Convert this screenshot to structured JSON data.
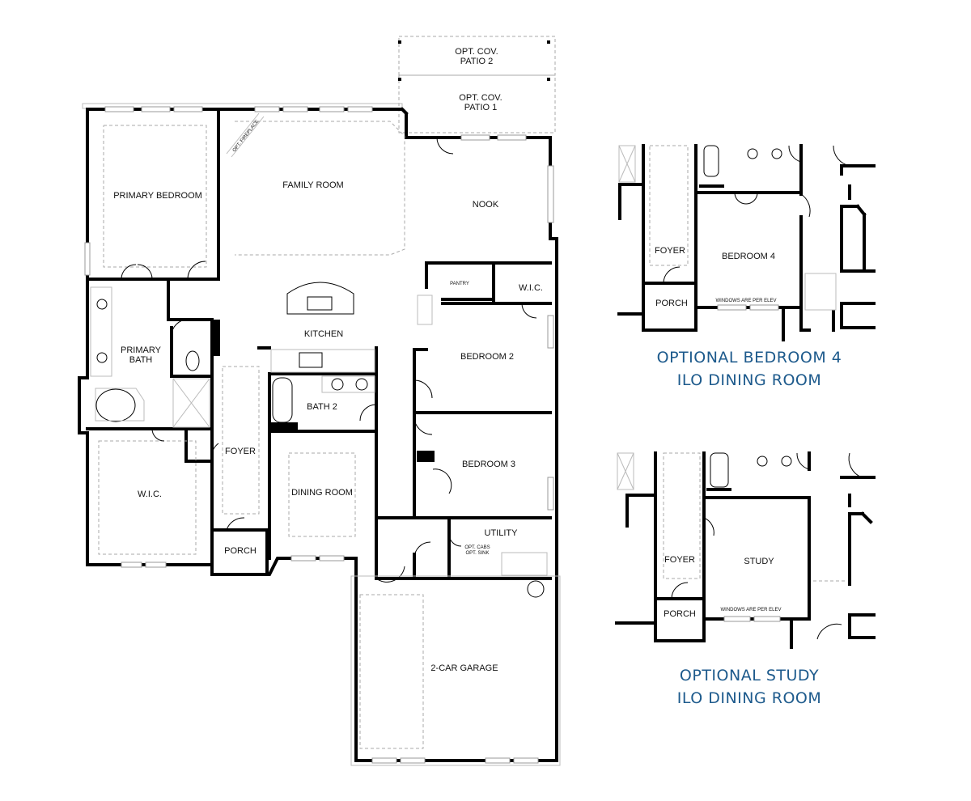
{
  "rooms": {
    "opt_patio_2": [
      "OPT. COV.",
      "PATIO 2"
    ],
    "opt_patio_1": [
      "OPT. COV.",
      "PATIO 1"
    ],
    "primary_bedroom": "PRIMARY BEDROOM",
    "family_room": "FAMILY ROOM",
    "opt_fireplace": "OPT. FIREPLACE",
    "nook": "NOOK",
    "pantry": "PANTRY",
    "wic_hall": "W.I.C.",
    "kitchen": "KITCHEN",
    "primary_bath": [
      "PRIMARY",
      "BATH"
    ],
    "bedroom_2": "BEDROOM 2",
    "bath_2": "BATH 2",
    "foyer": "FOYER",
    "bedroom_3": "BEDROOM 3",
    "dining_room": "DINING ROOM",
    "wic_primary": "W.I.C.",
    "utility": "UTILITY",
    "opt_cabs": [
      "OPT. CABS",
      "OPT. SINK"
    ],
    "porch": "PORCH",
    "garage": "2-CAR GARAGE"
  },
  "option_bedroom4": {
    "foyer": "FOYER",
    "bedroom": "BEDROOM 4",
    "porch": "PORCH",
    "windows_note": "WINDOWS ARE PER ELEV",
    "caption": [
      "OPTIONAL BEDROOM 4",
      "ILO DINING ROOM"
    ]
  },
  "option_study": {
    "foyer": "FOYER",
    "study": "STUDY",
    "porch": "PORCH",
    "windows_note": "WINDOWS ARE PER ELEV",
    "caption": [
      "OPTIONAL STUDY",
      "ILO DINING ROOM"
    ]
  },
  "colors": {
    "caption": "#1d5a8c",
    "wall": "#000000"
  }
}
